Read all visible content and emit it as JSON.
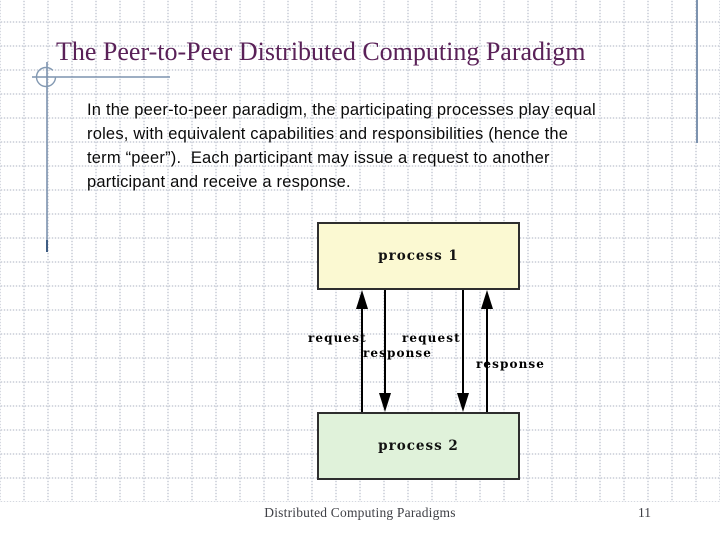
{
  "slide": {
    "title": "The Peer-to-Peer Distributed Computing Paradigm",
    "body_lines": [
      "In the peer-to-peer paradigm, the participating processes play equal",
      "roles, with equivalent capabilities and responsibilities (hence the",
      "term “peer”).  Each participant may issue a request to another",
      "participant and receive a response."
    ],
    "footer": {
      "text": "Distributed Computing Paradigms",
      "page_number": "11"
    }
  },
  "diagram": {
    "boxes": [
      {
        "label": "process 1",
        "fill": "#fbf9d2"
      },
      {
        "label": "process 2",
        "fill": "#e0f2da"
      }
    ],
    "arrows": [
      {
        "label": "request",
        "direction": "up"
      },
      {
        "label": "response",
        "direction": "down"
      },
      {
        "label": "request",
        "direction": "down"
      },
      {
        "label": "response",
        "direction": "up"
      }
    ]
  },
  "colors": {
    "title_text": "#5a2158",
    "accent_line": "#7d93af",
    "grid_dots": "#ccd0da",
    "box_border": "#2e2e2e",
    "process_1_fill": "#fbf9d2",
    "process_2_fill": "#e0f2da",
    "arrow_stroke": "#000000",
    "footer_text": "#3f4046"
  }
}
